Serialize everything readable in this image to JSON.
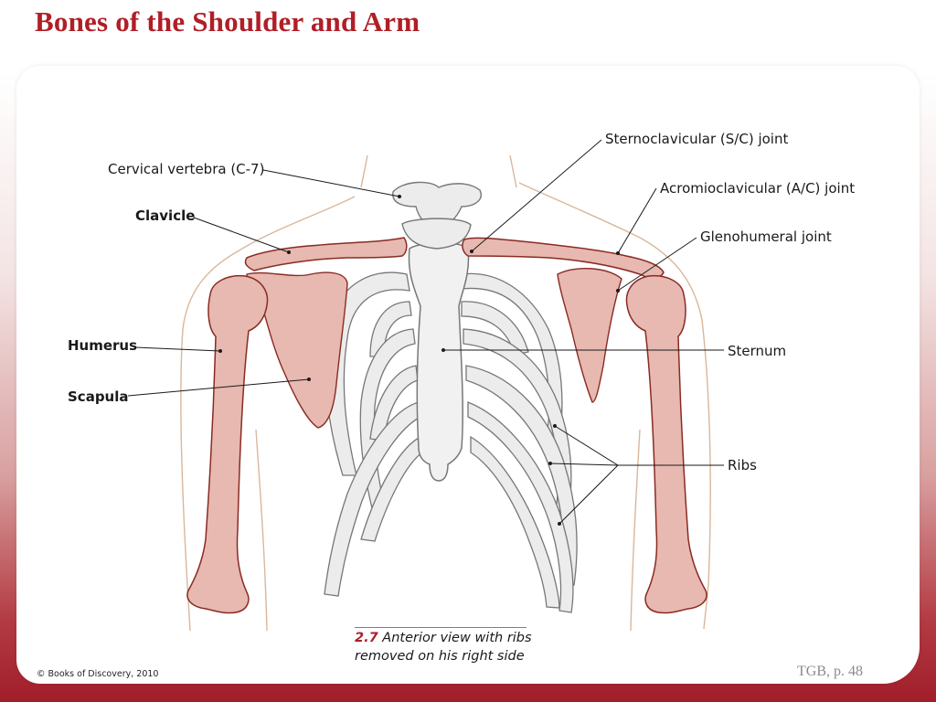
{
  "slide": {
    "title": "Bones of the Shoulder and Arm",
    "page_ref": "TGB, p. 48",
    "copyright": "© Books of Discovery, 2010"
  },
  "figure": {
    "caption_number": "2.7",
    "caption_line1": " Anterior view with ribs",
    "caption_line2": "removed on his right side",
    "labels": {
      "cervical_vertebra": "Cervical vertebra (C-7)",
      "clavicle": "Clavicle",
      "humerus": "Humerus",
      "scapula": "Scapula",
      "sternoclavicular_joint": "Sternoclavicular (S/C) joint",
      "acromioclavicular_joint": "Acromioclavicular (A/C) joint",
      "glenohumeral_joint": "Glenohumeral joint",
      "sternum": "Sternum",
      "ribs": "Ribs"
    },
    "colors": {
      "title_red": "#b01e26",
      "highlighted_bone": "#e7b9b0",
      "highlighted_outline": "#8a2a24",
      "grey_bone": "#ececec",
      "grey_outline": "#777777",
      "body_outline": "#d9b79c"
    }
  }
}
